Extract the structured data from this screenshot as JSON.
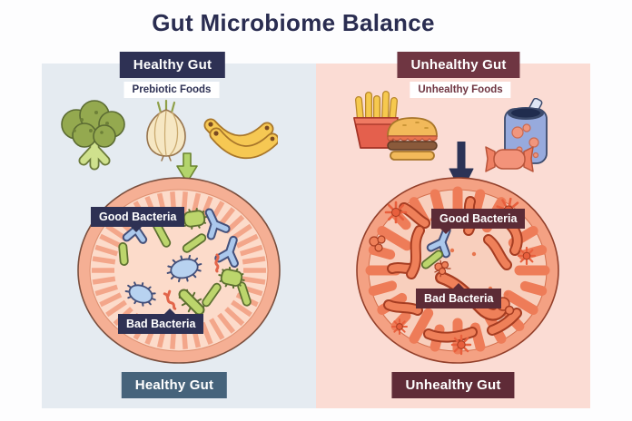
{
  "title": "Gut Microbiome Balance",
  "palette": {
    "navy": "#2e3154",
    "steel_blue": "#46637b",
    "maroon": "#6f3642",
    "dark_maroon": "#5f2b37",
    "left_panel_bg": "#e5ebf1",
    "right_panel_bg": "#fbdcd4",
    "good_bacteria_blue": "#abc8ec",
    "good_bacteria_green": "#bcd56c",
    "bad_bacteria_red": "#ee7c58",
    "healthy_ring": "#f5af94",
    "unhealthy_ring": "#f4a183"
  },
  "left_panel": {
    "header": "Healthy Gut",
    "foods_label": "Prebiotic Foods",
    "food_icons": [
      "broccoli",
      "onion",
      "bananas"
    ],
    "arrow_icon": "green-down-arrow",
    "good_bacteria_label": "Good Bacteria",
    "bad_bacteria_label": "Bad Bacteria",
    "footer": "Healthy Gut"
  },
  "right_panel": {
    "header": "Unhealthy Gut",
    "foods_label": "Unhealthy Foods",
    "food_icons": [
      "french-fries",
      "hamburger",
      "soda-can",
      "candy"
    ],
    "arrow_icon": "navy-down-arrow",
    "good_bacteria_label": "Good Bacteria",
    "bad_bacteria_label": "Bad Bacteria",
    "footer": "Unhealthy Gut"
  }
}
